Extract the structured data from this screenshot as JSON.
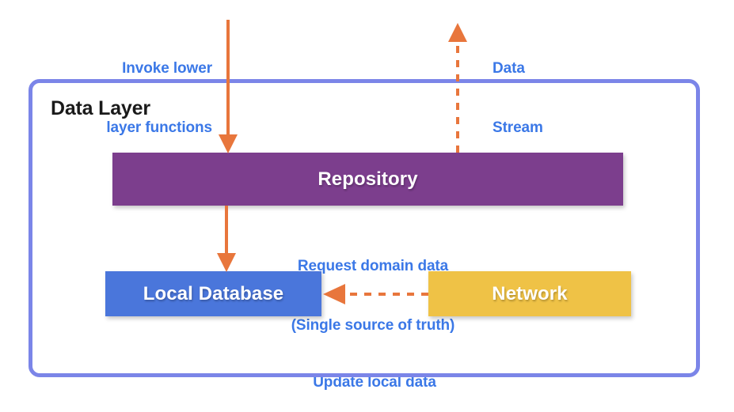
{
  "diagram": {
    "title": "Data Layer",
    "container": {
      "label": "Data Layer",
      "border_color": "#7b85e8"
    },
    "boxes": [
      {
        "name": "repository",
        "label": "Repository",
        "color": "#7c3e8d",
        "text_color": "#ffffff"
      },
      {
        "name": "local-database",
        "label": "Local Database",
        "color": "#4a76db",
        "text_color": "#ffffff"
      },
      {
        "name": "network",
        "label": "Network",
        "color": "#efc246",
        "text_color": "#ffffff"
      }
    ],
    "annotations": [
      {
        "name": "invoke-lower-layer-functions",
        "line1": "Invoke lower",
        "line2": "layer functions",
        "color": "#3b78e7"
      },
      {
        "name": "data-stream",
        "line1": "Data",
        "line2": "Stream",
        "color": "#3b78e7"
      },
      {
        "name": "request-domain-data",
        "line1": "Request domain data",
        "line2": "(Single source of truth)",
        "color": "#3b78e7"
      },
      {
        "name": "update-local-data",
        "line1": "Update local data",
        "line2": "",
        "color": "#3b78e7"
      }
    ],
    "arrows": [
      {
        "name": "invoke-arrow",
        "style": "solid",
        "direction": "down",
        "color": "#e8763c"
      },
      {
        "name": "data-stream-arrow",
        "style": "dashed",
        "direction": "up",
        "color": "#e8763c"
      },
      {
        "name": "request-data-arrow",
        "style": "solid",
        "direction": "down",
        "color": "#e8763c"
      },
      {
        "name": "update-data-arrow",
        "style": "dashed",
        "direction": "left",
        "color": "#e8763c"
      }
    ]
  }
}
